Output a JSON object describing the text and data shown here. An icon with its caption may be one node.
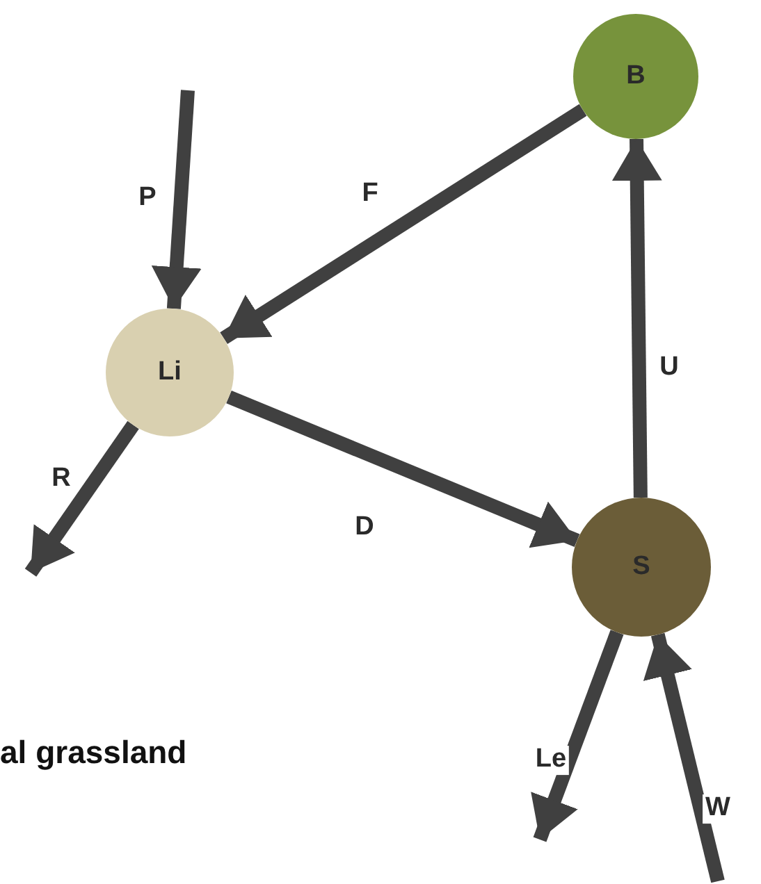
{
  "diagram": {
    "nodes": [
      {
        "text": [
          "B"
        ]
      },
      {
        "text": [
          "Li"
        ]
      },
      {
        "text": [
          "S"
        ]
      }
    ],
    "edges": [
      {
        "from": null,
        "to": 1,
        "arrow": "to",
        "label": "P"
      },
      {
        "from": 0,
        "to": 1,
        "arrow": "to",
        "label": "F"
      },
      {
        "from": 1,
        "to": null,
        "arrow": "to",
        "label": "R"
      },
      {
        "from": 1,
        "to": 2,
        "arrow": "to",
        "label": "D"
      },
      {
        "from": 2,
        "to": 0,
        "arrow": "to",
        "label": "U"
      },
      {
        "from": 2,
        "to": null,
        "arrow": "to",
        "label": "Le"
      },
      {
        "from": null,
        "to": 2,
        "arrow": "to",
        "label": "W"
      }
    ],
    "labels": [
      "al grassland"
    ]
  }
}
